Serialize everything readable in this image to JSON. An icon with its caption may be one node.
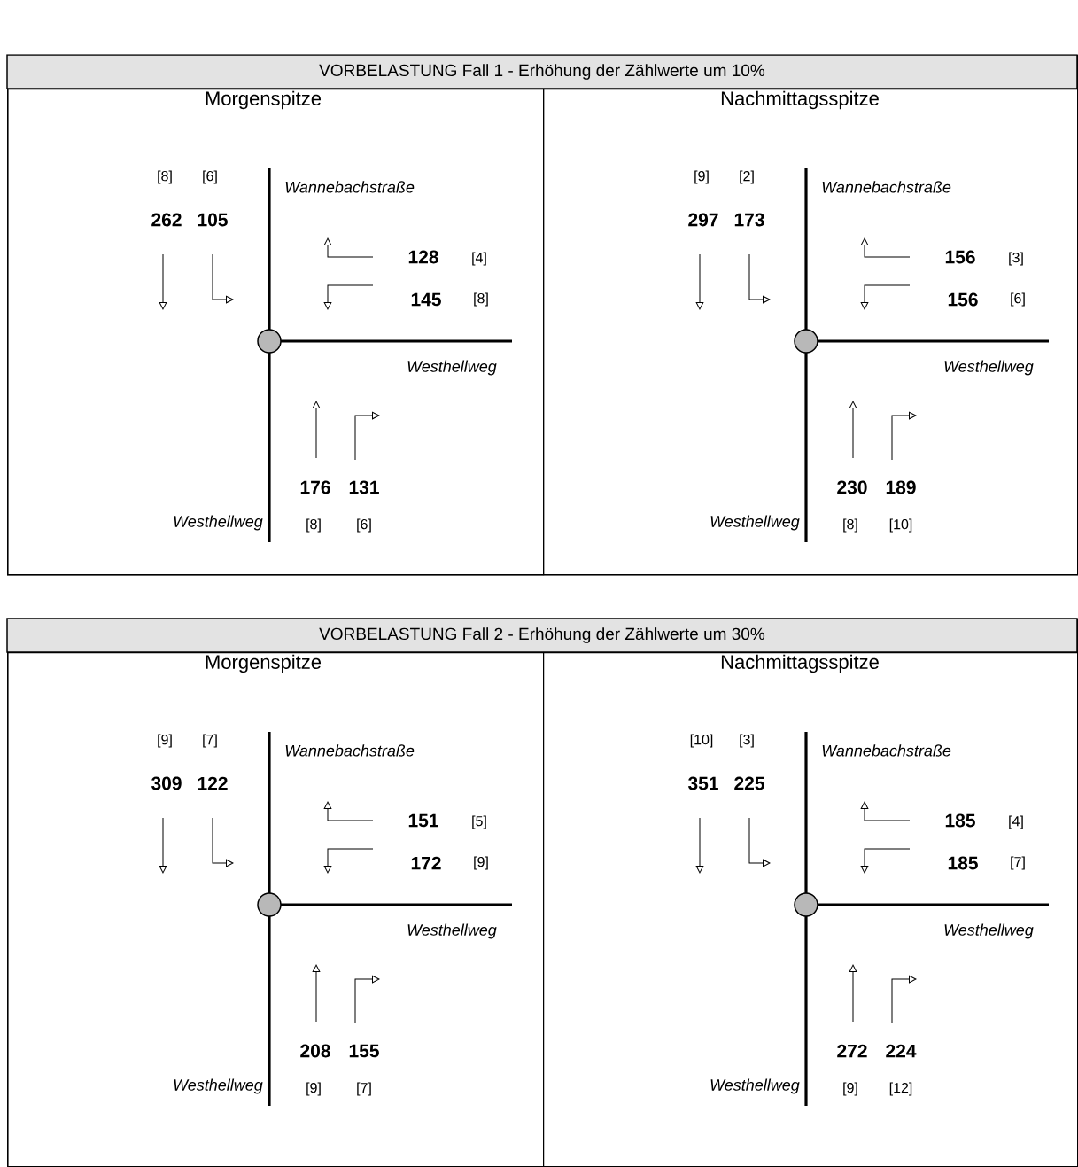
{
  "diagram": {
    "nodes": [
      {
        "text": [
          "VORBELASTUNG Fall 1 - Erhöhung der Zählwerte um 10%"
        ]
      },
      {
        "text": [
          "Morgenspitze"
        ],
        "in": 0
      },
      {
        "text": [],
        "shape": "circle",
        "in": 1
      },
      {
        "text": [
          "Nachmittagsspitze"
        ],
        "in": 0
      },
      {
        "text": [],
        "shape": "circle",
        "in": 3
      },
      {
        "text": [
          "VORBELASTUNG Fall 2 - Erhöhung der Zählwerte um 30%"
        ]
      },
      {
        "text": [
          "Morgenspitze"
        ],
        "in": 5
      },
      {
        "text": [],
        "shape": "circle",
        "in": 6
      },
      {
        "text": [
          "Nachmittagsspitze"
        ],
        "in": 5
      },
      {
        "text": [],
        "shape": "circle",
        "in": 8
      }
    ],
    "labels": [
      "[8]",
      "[6]",
      "Wannebachstraße",
      "262",
      "105",
      "128",
      "[4]",
      "145",
      "[8]",
      "Westhellweg",
      "176",
      "131",
      "Westhellweg",
      "[8]",
      "[6]",
      "[9]",
      "[2]",
      "Wannebachstraße",
      "297",
      "173",
      "156",
      "[3]",
      "156",
      "[6]",
      "Westhellweg",
      "230",
      "189",
      "Westhellweg",
      "[8]",
      "[10]",
      "[9]",
      "[7]",
      "Wannebachstraße",
      "309",
      "122",
      "151",
      "[5]",
      "172",
      "[9]",
      "Westhellweg",
      "208",
      "155",
      "Westhellweg",
      "[9]",
      "[7]",
      "[10]",
      "[3]",
      "Wannebachstraße",
      "351",
      "225",
      "185",
      "[4]",
      "185",
      "[7]",
      "Westhellweg",
      "272",
      "224",
      "Westhellweg",
      "[9]",
      "[12]"
    ]
  }
}
